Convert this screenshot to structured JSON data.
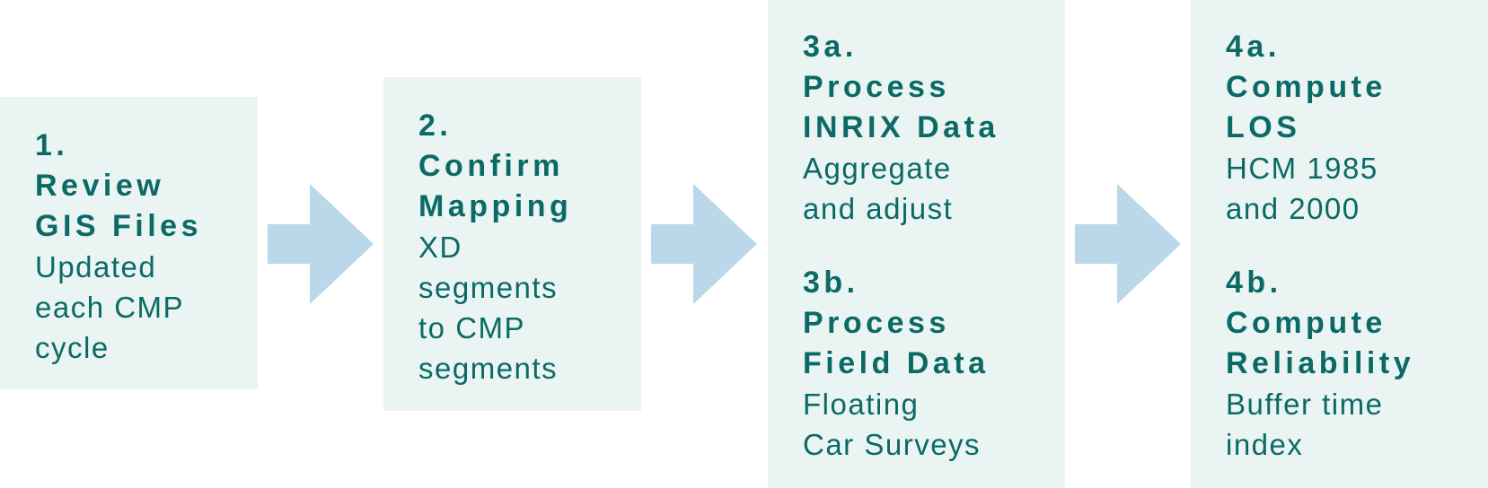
{
  "colors": {
    "box_fill": "#eaf4f2",
    "text": "#0b6a66",
    "arrow": "#bad8ea"
  },
  "steps": {
    "s1": {
      "head": [
        "1.",
        "Review",
        "GIS Files"
      ],
      "desc": [
        "Updated",
        "each CMP",
        "cycle"
      ]
    },
    "s2": {
      "head": [
        "2.",
        "Confirm",
        "Mapping"
      ],
      "desc": [
        "XD",
        "segments",
        "to CMP",
        "segments"
      ]
    },
    "s3a": {
      "head": [
        "3a.",
        "Process",
        "INRIX Data"
      ],
      "desc": [
        "Aggregate",
        "and adjust"
      ]
    },
    "s3b": {
      "head": [
        "3b.",
        "Process",
        "Field Data"
      ],
      "desc": [
        "Floating",
        "Car Surveys"
      ]
    },
    "s4a": {
      "head": [
        "4a.",
        "Compute",
        "LOS"
      ],
      "desc": [
        "HCM 1985",
        "and 2000"
      ]
    },
    "s4b": {
      "head": [
        "4b.",
        "Compute",
        "Reliability"
      ],
      "desc": [
        "Buffer time",
        "index"
      ]
    }
  }
}
